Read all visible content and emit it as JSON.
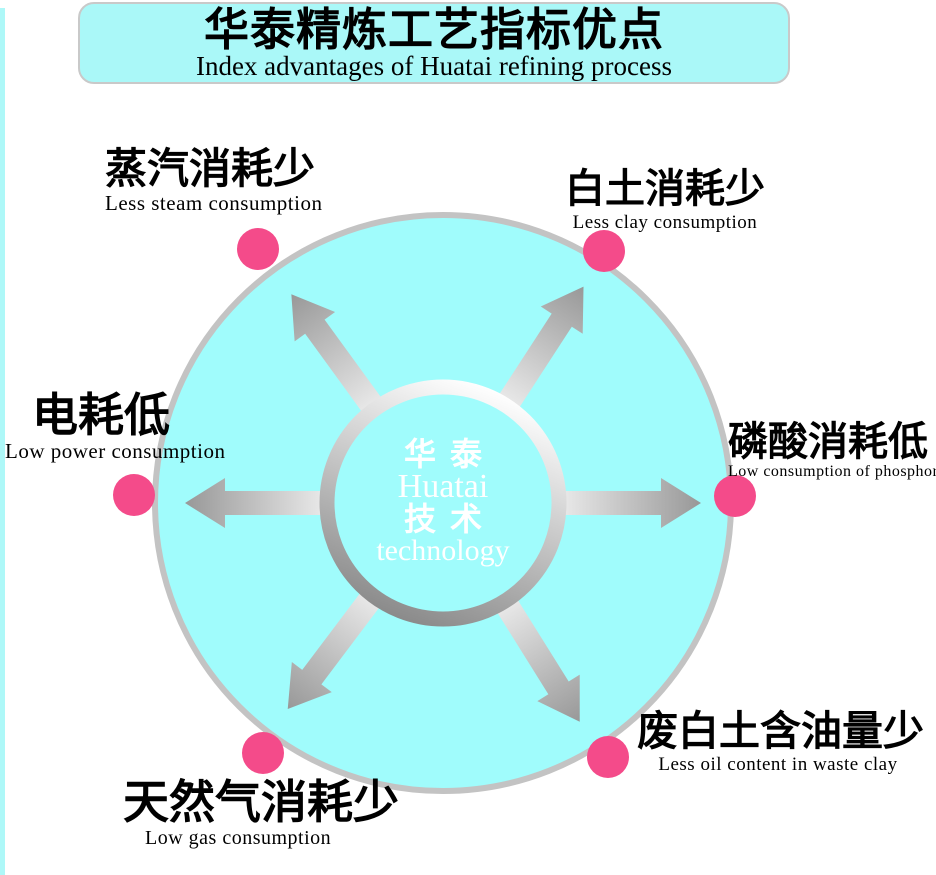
{
  "banner": {
    "title_zh": "华泰精炼工艺指标优点",
    "title_en": "Index advantages of Huatai refining process"
  },
  "hub": {
    "line1_zh": "华泰",
    "line2_en": "Huatai",
    "line3_zh": "技术",
    "line4_en": "technology"
  },
  "advantages": [
    {
      "id": "steam",
      "zh": "蒸汽消耗少",
      "en": "Less steam consumption"
    },
    {
      "id": "clay",
      "zh": "白土消耗少",
      "en": "Less clay consumption"
    },
    {
      "id": "power",
      "zh": "电耗低",
      "en": "Low power consumption"
    },
    {
      "id": "phosphoric",
      "zh": "磷酸消耗低",
      "en": "Low consumption of phosphoric acid"
    },
    {
      "id": "waste_clay",
      "zh": "废白土含油量少",
      "en": "Less oil content in waste clay"
    },
    {
      "id": "gas",
      "zh": "天然气消耗少",
      "en": "Low gas consumption"
    }
  ],
  "colors": {
    "cyan": "#a0fcfc",
    "banner_cyan": "#aaf8f8",
    "strip": "#aef8f8",
    "pink": "#f44b8a",
    "ring_light": "#ffffff",
    "ring_dark": "#8a8a8a",
    "arrow_light": "#ededed",
    "arrow_dark": "#989898",
    "circle_border": "#c3c3c3"
  }
}
